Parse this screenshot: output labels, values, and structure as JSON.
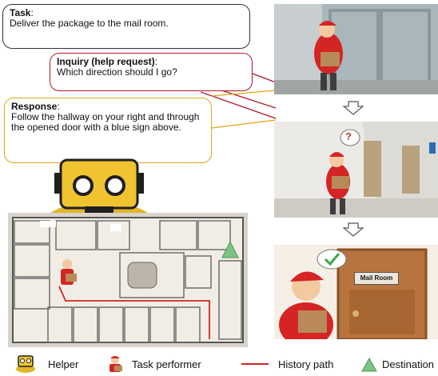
{
  "task": {
    "title": "Task",
    "text": "Deliver the package to the mail room."
  },
  "inquiry": {
    "title": "Inquiry (help request)",
    "text": "Which direction should I go?"
  },
  "response": {
    "title": "Response",
    "text": "Follow the hallway on your right and through the opened door with a blue sign above."
  },
  "scene2": {
    "question_mark": "?"
  },
  "scene3": {
    "sign": "Mail Room"
  },
  "legend": {
    "helper": "Helper",
    "performer": "Task performer",
    "history": "History path",
    "destination": "Destination"
  },
  "colors": {
    "inquiry_border": "#b3182a",
    "response_border": "#e0a713",
    "history_path": "#d42424",
    "destination": "#7dc383",
    "helper_robot": "#f0c431"
  }
}
